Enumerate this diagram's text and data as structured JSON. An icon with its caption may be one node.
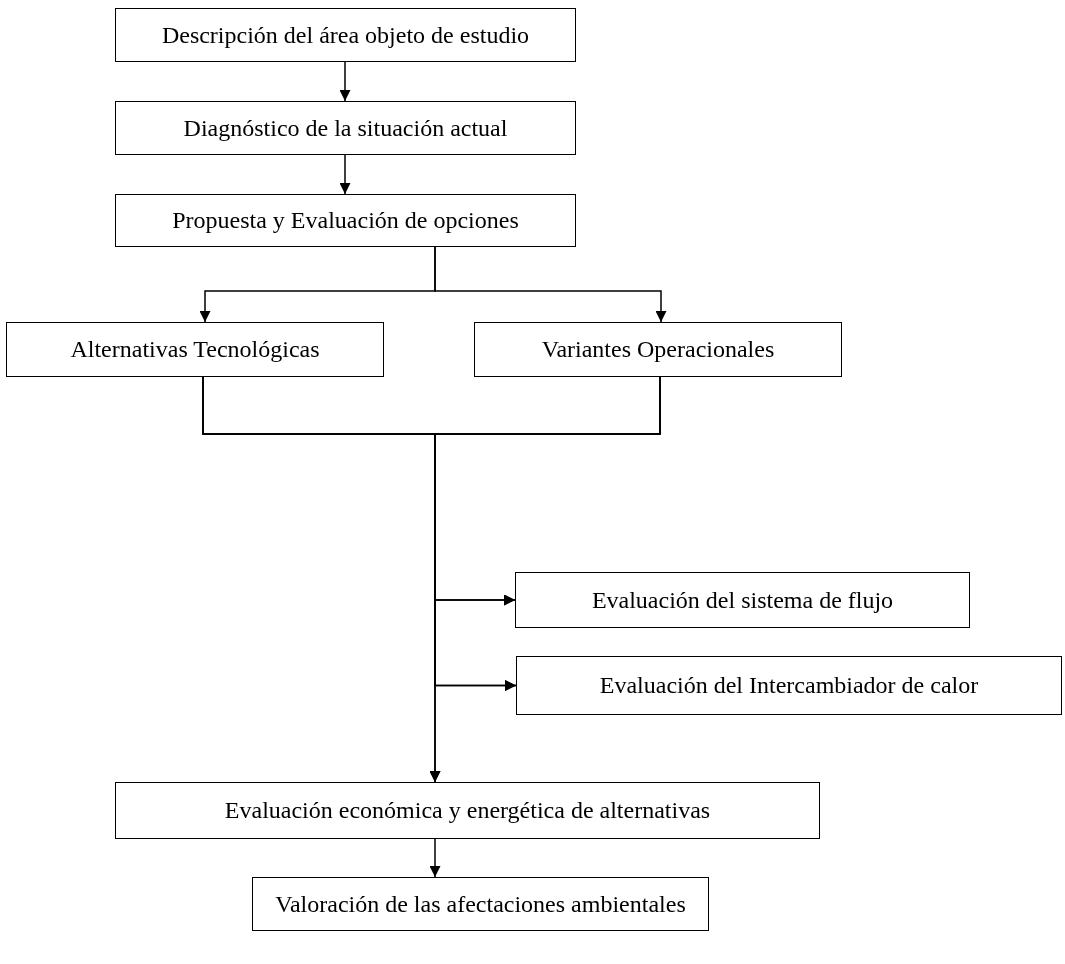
{
  "diagram": {
    "nodes": [
      {
        "text": [
          "Descripción del área objeto de estudio"
        ]
      },
      {
        "text": [
          "Diagnóstico de la situación actual"
        ]
      },
      {
        "text": [
          "Propuesta y Evaluación de opciones"
        ]
      },
      {
        "text": [
          "Alternativas Tecnológicas"
        ]
      },
      {
        "text": [
          "Variantes Operacionales"
        ]
      },
      {
        "text": [
          "Evaluación del sistema de flujo"
        ]
      },
      {
        "text": [
          "Evaluación del Intercambiador de calor"
        ]
      },
      {
        "text": [
          "Evaluación económica y energética de alternativas"
        ]
      },
      {
        "text": [
          "Valoración de las afectaciones ambientales"
        ]
      }
    ],
    "edges": [
      {
        "from": 0,
        "to": 1,
        "arrow": "to"
      },
      {
        "from": 1,
        "to": 2,
        "arrow": "to"
      },
      {
        "from": 2,
        "to": 3,
        "arrow": "to"
      },
      {
        "from": 2,
        "to": 4,
        "arrow": "to"
      },
      {
        "from": 3,
        "to": 5,
        "arrow": "to"
      },
      {
        "from": 4,
        "to": 5,
        "arrow": "to"
      },
      {
        "from": 3,
        "to": 6,
        "arrow": "to"
      },
      {
        "from": 4,
        "to": 6,
        "arrow": "to"
      },
      {
        "from": 3,
        "to": 7,
        "arrow": "to"
      },
      {
        "from": 4,
        "to": 7,
        "arrow": "to"
      },
      {
        "from": 7,
        "to": 8,
        "arrow": "to"
      }
    ]
  }
}
